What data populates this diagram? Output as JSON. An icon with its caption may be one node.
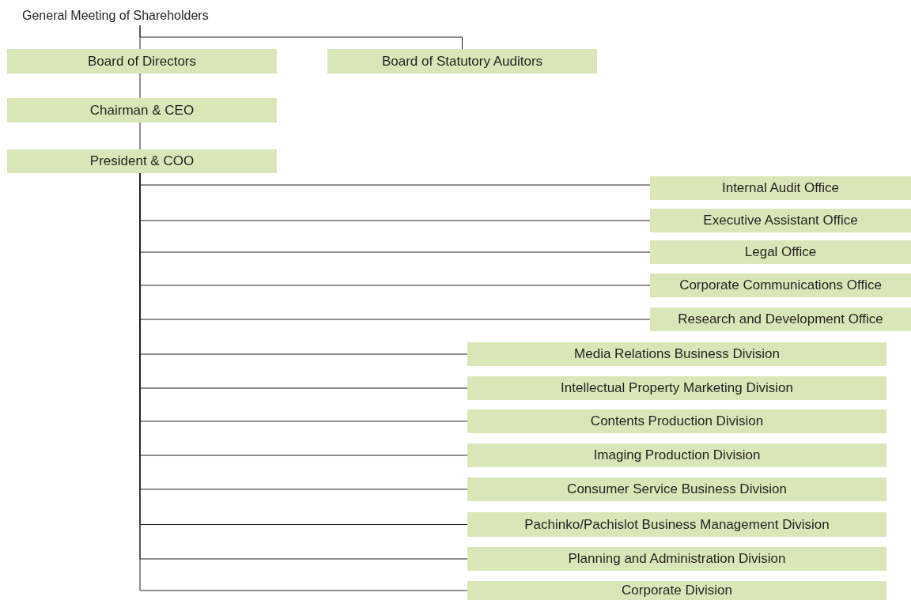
{
  "diagram": {
    "nodes": [
      {
        "text": [
          "General Meeting of Shareholders"
        ]
      },
      {
        "text": [
          "Board of Directors"
        ]
      },
      {
        "text": [
          "Board of Statutory Auditors"
        ]
      },
      {
        "text": [
          "Chairman & CEO"
        ]
      },
      {
        "text": [
          "President & COO"
        ]
      },
      {
        "text": [
          "Internal Audit Office"
        ]
      },
      {
        "text": [
          "Executive Assistant Office"
        ]
      },
      {
        "text": [
          "Legal Office"
        ]
      },
      {
        "text": [
          "Corporate Communications Office"
        ]
      },
      {
        "text": [
          "Research and Development Office"
        ]
      },
      {
        "text": [
          "Media Relations Business Division"
        ]
      },
      {
        "text": [
          "Intellectual Property Marketing Division"
        ]
      },
      {
        "text": [
          "Contents Production Division"
        ]
      },
      {
        "text": [
          "Imaging Production Division"
        ]
      },
      {
        "text": [
          "Consumer Service Business Division"
        ]
      },
      {
        "text": [
          "Pachinko/Pachislot Business Management Division"
        ]
      },
      {
        "text": [
          "Planning and Administration Division"
        ]
      },
      {
        "text": [
          "Corporate Division"
        ]
      }
    ],
    "edges": [
      {
        "from": 0,
        "to": 1,
        "arrow": "none"
      },
      {
        "from": 0,
        "to": 2,
        "arrow": "none"
      },
      {
        "from": 1,
        "to": 3,
        "arrow": "none"
      },
      {
        "from": 3,
        "to": 4,
        "arrow": "none"
      },
      {
        "from": 4,
        "to": 5,
        "arrow": "none"
      },
      {
        "from": 4,
        "to": 6,
        "arrow": "none"
      },
      {
        "from": 4,
        "to": 7,
        "arrow": "none"
      },
      {
        "from": 4,
        "to": 8,
        "arrow": "none"
      },
      {
        "from": 4,
        "to": 9,
        "arrow": "none"
      },
      {
        "from": 4,
        "to": 10,
        "arrow": "none"
      },
      {
        "from": 4,
        "to": 11,
        "arrow": "none"
      },
      {
        "from": 4,
        "to": 12,
        "arrow": "none"
      },
      {
        "from": 4,
        "to": 13,
        "arrow": "none"
      },
      {
        "from": 4,
        "to": 14,
        "arrow": "none"
      },
      {
        "from": 4,
        "to": 15,
        "arrow": "none"
      },
      {
        "from": 4,
        "to": 16,
        "arrow": "none"
      },
      {
        "from": 4,
        "to": 17,
        "arrow": "none"
      }
    ]
  }
}
